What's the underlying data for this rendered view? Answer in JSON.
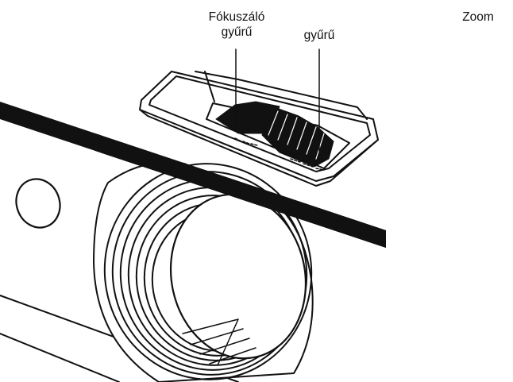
{
  "labels": {
    "focus_ring": {
      "line1": "Fókuszáló",
      "line2": "gyűrű"
    },
    "zoom_ring": {
      "line1": "Zoom",
      "line2": "gyűrű"
    }
  },
  "colors": {
    "ink": "#111111",
    "background": "#ffffff"
  }
}
